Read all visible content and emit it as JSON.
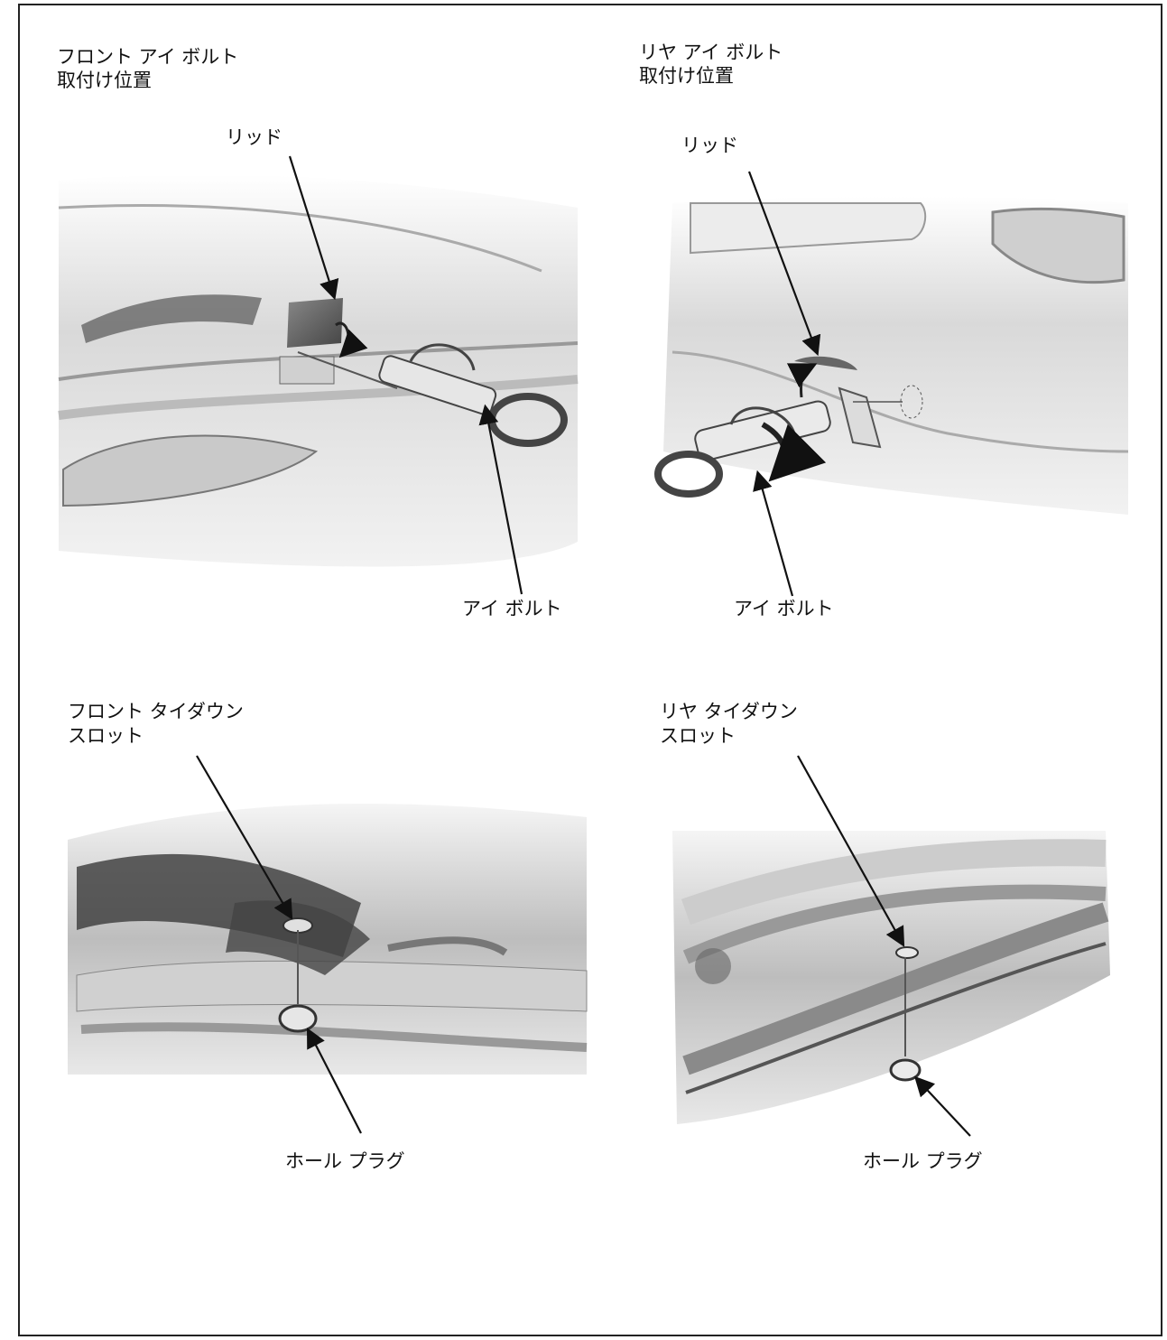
{
  "panels": {
    "front_eye_bolt": {
      "title_line1": "フロント アイ ボルト",
      "title_line2": "取付け位置",
      "lid_label": "リッド",
      "bolt_label": "アイ ボルト"
    },
    "rear_eye_bolt": {
      "title_line1": "リヤ アイ ボルト",
      "title_line2": "取付け位置",
      "lid_label": "リッド",
      "bolt_label": "アイ ボルト"
    },
    "front_tiedown": {
      "title_line1": "フロント タイダウン",
      "title_line2": "スロット",
      "plug_label": "ホール プラグ"
    },
    "rear_tiedown": {
      "title_line1": "リヤ タイダウン",
      "title_line2": "スロット",
      "plug_label": "ホール プラグ"
    }
  }
}
